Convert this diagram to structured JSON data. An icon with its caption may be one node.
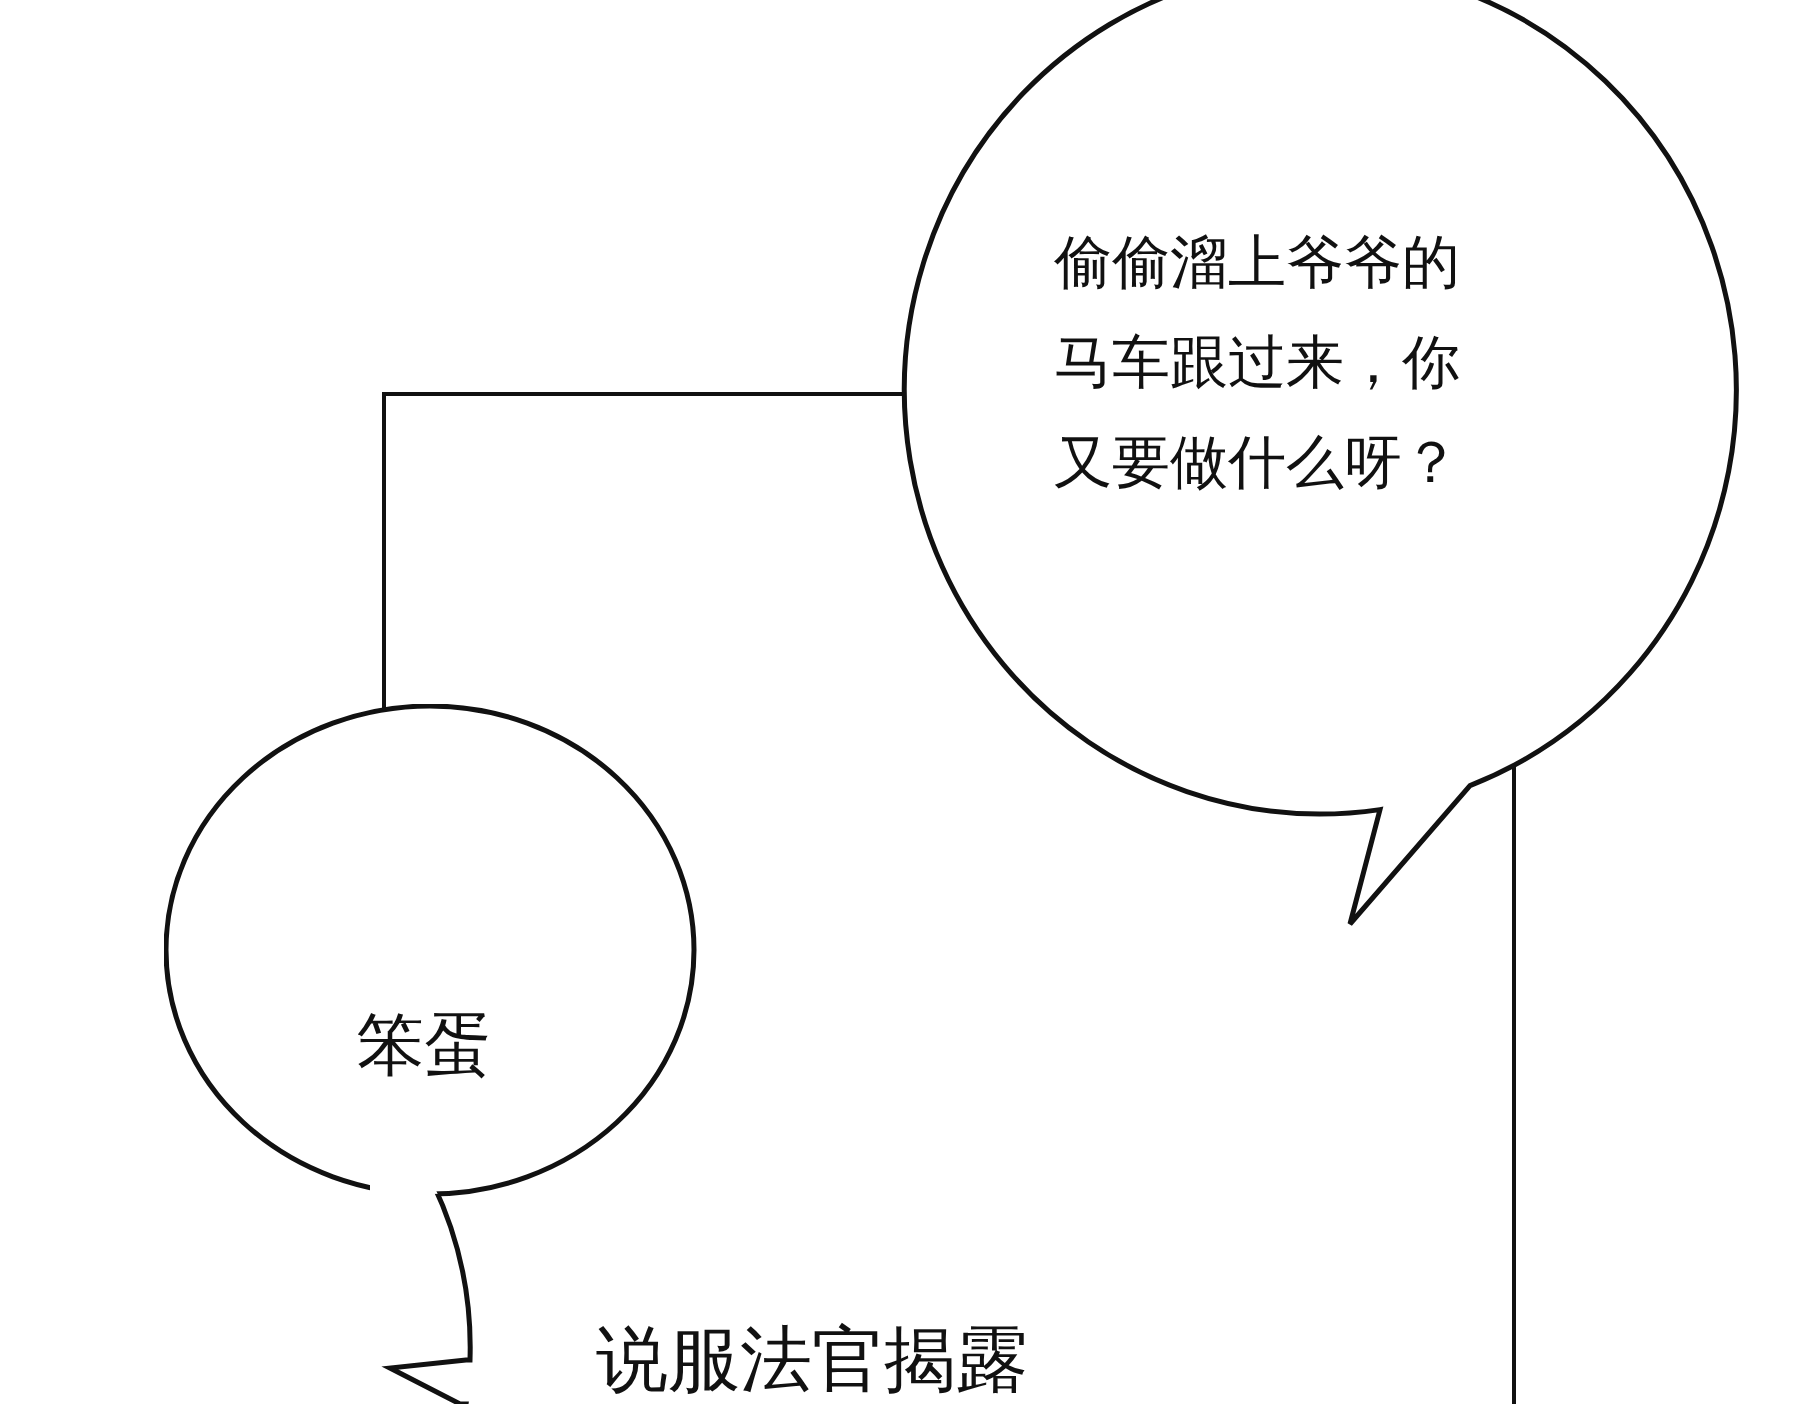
{
  "diagram": {
    "nodes": [
      {
        "text": [
          "偷偷溜上爷爷的马车跟过来，你又要做什么呀？"
        ]
      },
      {
        "text": [
          "笨蛋"
        ]
      },
      {
        "text": [
          "说服法官揭露"
        ]
      }
    ]
  }
}
